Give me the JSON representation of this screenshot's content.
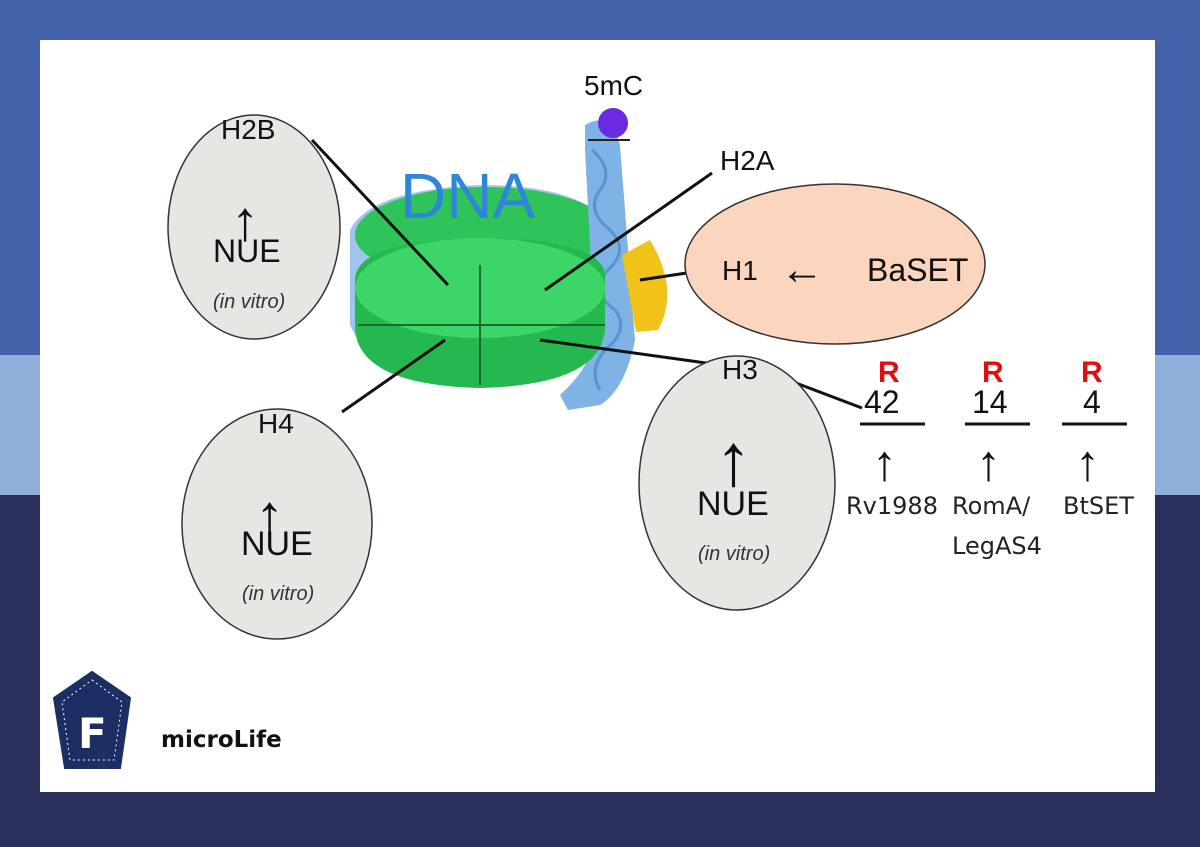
{
  "colors": {
    "frame_top": "#4462aa",
    "frame_band": "#8fb0d9",
    "frame_bottom": "#2a2f5c",
    "nucleosome": "#2fc45a",
    "dna": "#7fb2e5",
    "dna_label": "#2f86d8",
    "methyl_mark": "#6a2be0",
    "h1_tail": "#f0c21a",
    "baset_ellipse": "#fbd5bd",
    "nue_ellipse": "#e8e6e3",
    "residue_r": "#e01010"
  },
  "labels": {
    "dna": "DNA",
    "mark_5mc": "5mC",
    "h2b": "H2B",
    "h2a": "H2A",
    "h1": "H1",
    "h3": "H3",
    "h4": "H4",
    "baset": "BaSET",
    "nue": "NUE",
    "in_vitro": "(in vitro)"
  },
  "residues": [
    {
      "letter": "R",
      "position": "42",
      "enzyme_lines": [
        "Rv1988"
      ]
    },
    {
      "letter": "R",
      "position": "14",
      "enzyme_lines": [
        "RomA/",
        "LegAS4"
      ]
    },
    {
      "letter": "R",
      "position": "4",
      "enzyme_lines": [
        "BtSET"
      ]
    }
  ],
  "arrow_glyph": "↑",
  "arrow_left_glyph": "←",
  "logo": {
    "letter": "F",
    "text": "microLife",
    "icon": "pentagon-f-logo-icon"
  }
}
